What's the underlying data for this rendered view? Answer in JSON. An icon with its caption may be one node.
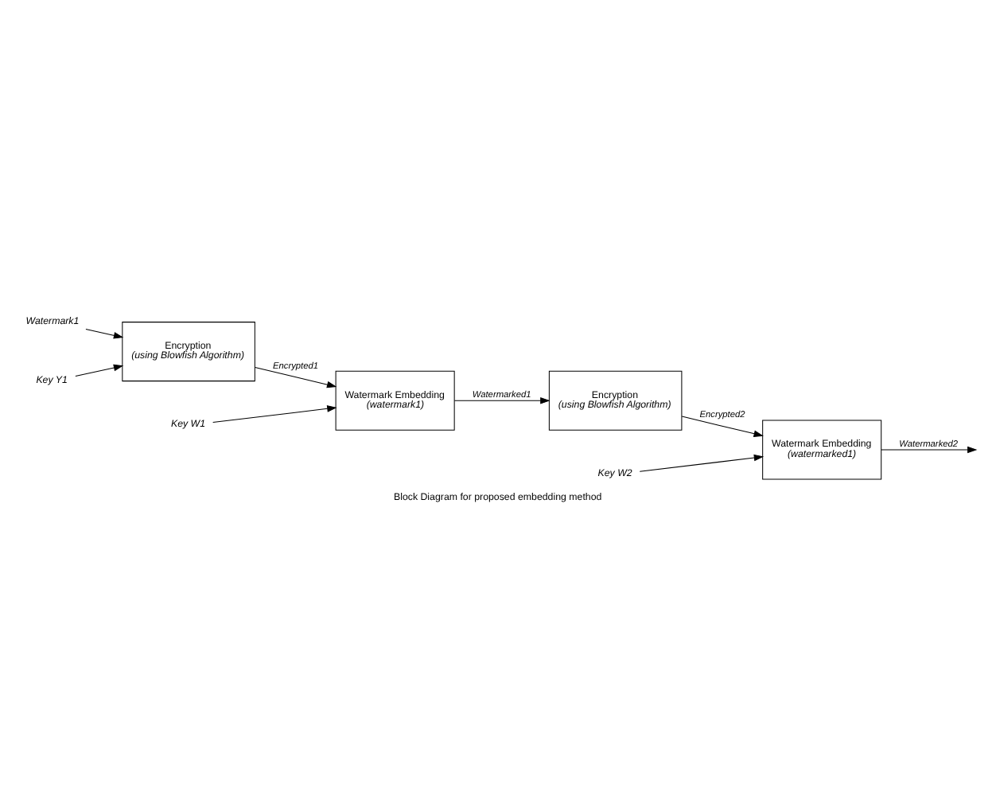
{
  "diagram": {
    "caption": "Block Diagram for proposed embedding method",
    "nodes": [
      {
        "text": [
          "Watermark1"
        ]
      },
      {
        "text": [
          "Key Y1"
        ]
      },
      {
        "text": [
          "Encryption",
          "(using Blowfish Algorithm)"
        ]
      },
      {
        "text": [
          "Key W1"
        ]
      },
      {
        "text": [
          "Watermark Embedding",
          "(watermark1)"
        ]
      },
      {
        "text": [
          "Encryption",
          "(using Blowfish Algorithm)"
        ]
      },
      {
        "text": [
          "Watermark Embedding",
          "(watermarked1)"
        ]
      },
      {
        "text": [
          "Key W2"
        ]
      }
    ],
    "edges": [
      {
        "from": 0,
        "to": 2,
        "arrow": "to"
      },
      {
        "from": 1,
        "to": 2,
        "arrow": "to"
      },
      {
        "from": 2,
        "to": 4,
        "arrow": "to",
        "label": "Encrypted1"
      },
      {
        "from": 3,
        "to": 4,
        "arrow": "to"
      },
      {
        "from": 4,
        "to": 5,
        "arrow": "to",
        "label": "Watermarked1"
      },
      {
        "from": 5,
        "to": 6,
        "arrow": "to",
        "label": "Encrypted2"
      },
      {
        "from": 7,
        "to": 6,
        "arrow": "to"
      },
      {
        "from": 6,
        "to": null,
        "arrow": "to",
        "label": "Watermarked2"
      }
    ]
  }
}
